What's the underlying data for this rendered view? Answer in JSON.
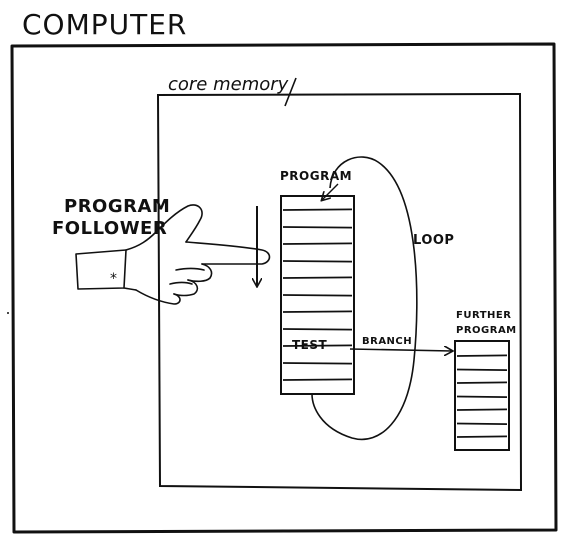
{
  "diagram": {
    "title": "COMPUTER",
    "memory_label": "core memory",
    "hand_label_line1": "PROGRAM",
    "hand_label_line2": "FOLLOWER",
    "program_label": "PROGRAM",
    "loop_label": "LOOP",
    "test_label": "TEST",
    "branch_label": "BRANCH",
    "further_label_line1": "FURTHER",
    "further_label_line2": "PROGRAM",
    "cuff_mark": "*"
  },
  "colors": {
    "ink": "#111111",
    "background": "#ffffff"
  }
}
